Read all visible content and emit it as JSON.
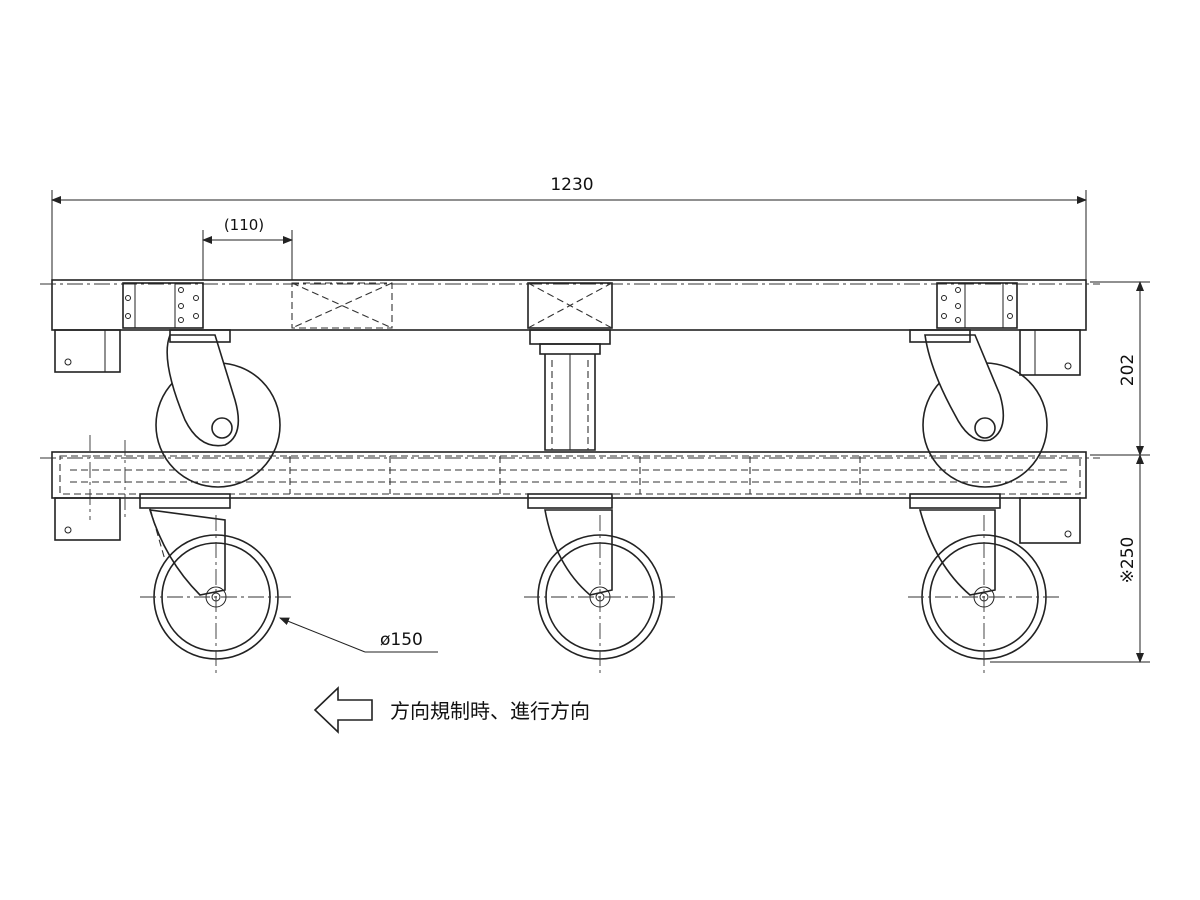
{
  "dimensions": {
    "overall_length": "1230",
    "caster_offset": "(110)",
    "frame_height": "202",
    "total_height": "※250",
    "wheel_diameter": "ø150"
  },
  "direction_note": "方向規制時、進行方向"
}
